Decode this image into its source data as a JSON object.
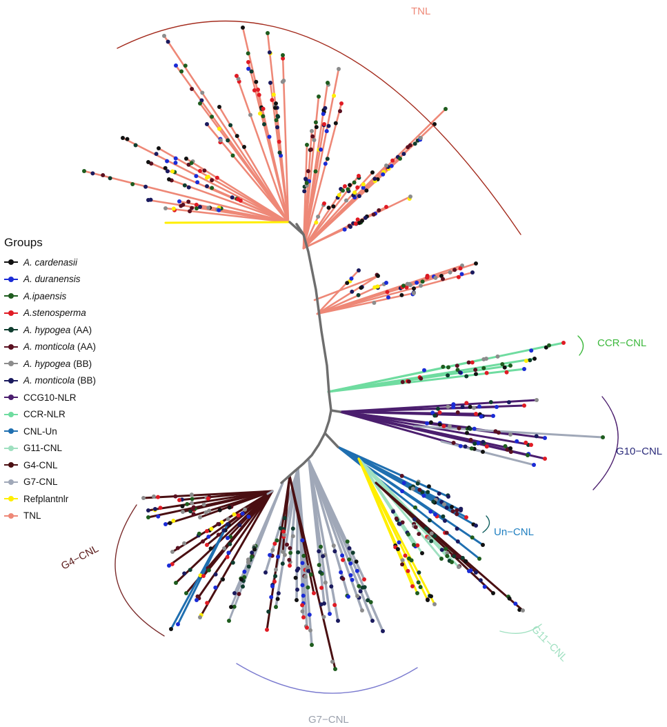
{
  "legend": {
    "title": "Groups",
    "items": [
      {
        "sp": "A. cardenasii",
        "rest": "",
        "color": "#111111"
      },
      {
        "sp": "A. duranensis",
        "rest": "",
        "color": "#1a2bd6"
      },
      {
        "sp": "A.ipaensis",
        "rest": "",
        "color": "#1e5c1e"
      },
      {
        "sp": "A.stenosperma",
        "rest": "",
        "color": "#e01b24"
      },
      {
        "sp": "A. hypogea",
        "rest": " (AA)",
        "color": "#0f3d2e"
      },
      {
        "sp": "A. monticola",
        "rest": " (AA)",
        "color": "#5a1020"
      },
      {
        "sp": "A. hypogea",
        "rest": " (BB)",
        "color": "#8c8c8c"
      },
      {
        "sp": "A. monticola",
        "rest": " (BB)",
        "color": "#1a1a5e"
      },
      {
        "sp": "",
        "rest": "CCG10-NLR",
        "color": "#4b1e6e"
      },
      {
        "sp": "",
        "rest": "CCR-NLR",
        "color": "#6fdca0"
      },
      {
        "sp": "",
        "rest": "CNL-Un",
        "color": "#1f6fb0"
      },
      {
        "sp": "",
        "rest": "G11-CNL",
        "color": "#9fe0c0"
      },
      {
        "sp": "",
        "rest": "G4-CNL",
        "color": "#4a0f12"
      },
      {
        "sp": "",
        "rest": "G7-CNL",
        "color": "#a0a8b8"
      },
      {
        "sp": "",
        "rest": "Refplantnlr",
        "color": "#ffee00"
      },
      {
        "sp": "",
        "rest": "TNL",
        "color": "#ee8877"
      }
    ]
  },
  "clades": [
    {
      "label": "TNL",
      "color": "#ee8877",
      "arc_color": "#a32a1c"
    },
    {
      "label": "CCR−CNL",
      "color": "#3cb83c",
      "arc_color": "#3cb83c"
    },
    {
      "label": "G10−CNL",
      "color": "#2a2a7a",
      "arc_color": "#4b1e6e"
    },
    {
      "label": "Un−CNL",
      "color": "#1f7fc0",
      "arc_color": "#0f5e5e"
    },
    {
      "label": "G11−CNL",
      "color": "#9fe0c0",
      "arc_color": "#9fe0c0"
    },
    {
      "label": "G7−CNL",
      "color": "#9aa0ac",
      "arc_color": "#7a7acf"
    },
    {
      "label": "G4−CNL",
      "color": "#5a1a1a",
      "arc_color": "#7a2a2a"
    }
  ],
  "colors": {
    "backbone": "#6e6e6e",
    "tip_dots": [
      "#111111",
      "#1a2bd6",
      "#1e5c1e",
      "#e01b24",
      "#8c8c8c",
      "#1a1a5e",
      "#5a1020",
      "#0f3d2e",
      "#ffee00"
    ]
  }
}
